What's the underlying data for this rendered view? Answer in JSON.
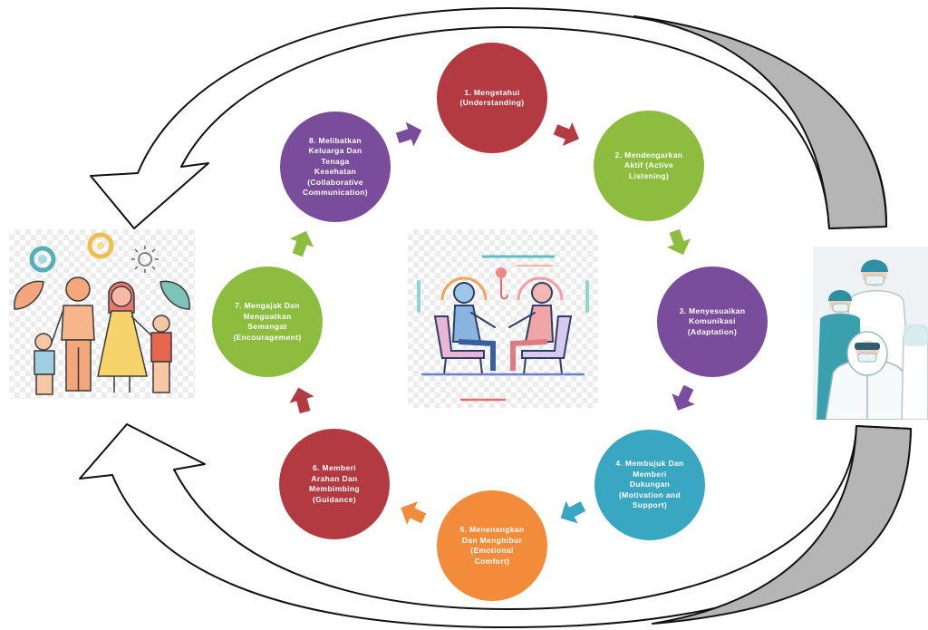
{
  "diagram": {
    "steps": [
      {
        "color": "#b23a40",
        "lines": [
          "1. Mengetahui",
          "(Understanding)"
        ]
      },
      {
        "color": "#8cbd3f",
        "lines": [
          "2. Mendengarkan",
          "Aktif (Active",
          "Listening)"
        ]
      },
      {
        "color": "#7a4d9c",
        "lines": [
          "3. Menyesuaikan",
          "Komunikasi",
          "(Adaptation)"
        ]
      },
      {
        "color": "#3aa7c2",
        "lines": [
          "4. Membujuk Dan",
          "Memberi",
          "Dukungan",
          "(Motivation and",
          "Support)"
        ]
      },
      {
        "color": "#f28c3b",
        "lines": [
          "5. Menenangkan",
          "Dan Menghibur",
          "(Emotional",
          "Comfort)"
        ]
      },
      {
        "color": "#b23a40",
        "lines": [
          "6. Memberi",
          "Arahan Dan",
          "Membimbing",
          "(Guidance)"
        ]
      },
      {
        "color": "#8cbd3f",
        "lines": [
          "7. Mengajak Dan",
          "Menguatkan",
          "Semangat",
          "(Encouragement)"
        ]
      },
      {
        "color": "#7a4d9c",
        "lines": [
          "8. Melibatkan",
          "Keluarga Dan",
          "Tenaga",
          "Kesehatan",
          "(Collaborative",
          "Communication)"
        ]
      }
    ],
    "connector_arrows": [
      {
        "color": "#7a4d9c"
      },
      {
        "color": "#b23a40"
      },
      {
        "color": "#8cbd3f"
      },
      {
        "color": "#7a4d9c"
      },
      {
        "color": "#3aa7c2"
      },
      {
        "color": "#f28c3b"
      },
      {
        "color": "#b23a40"
      },
      {
        "color": "#8cbd3f"
      }
    ],
    "return_arrow_colors": {
      "fill": "#ffffff",
      "shade": "#b5b5b5",
      "outline": "#111111"
    }
  },
  "icons": {
    "left": "family-illustration",
    "center": "counseling-conversation-illustration",
    "right": "medical-staff-illustration",
    "cycle": "curved-return-arrow-icon"
  }
}
